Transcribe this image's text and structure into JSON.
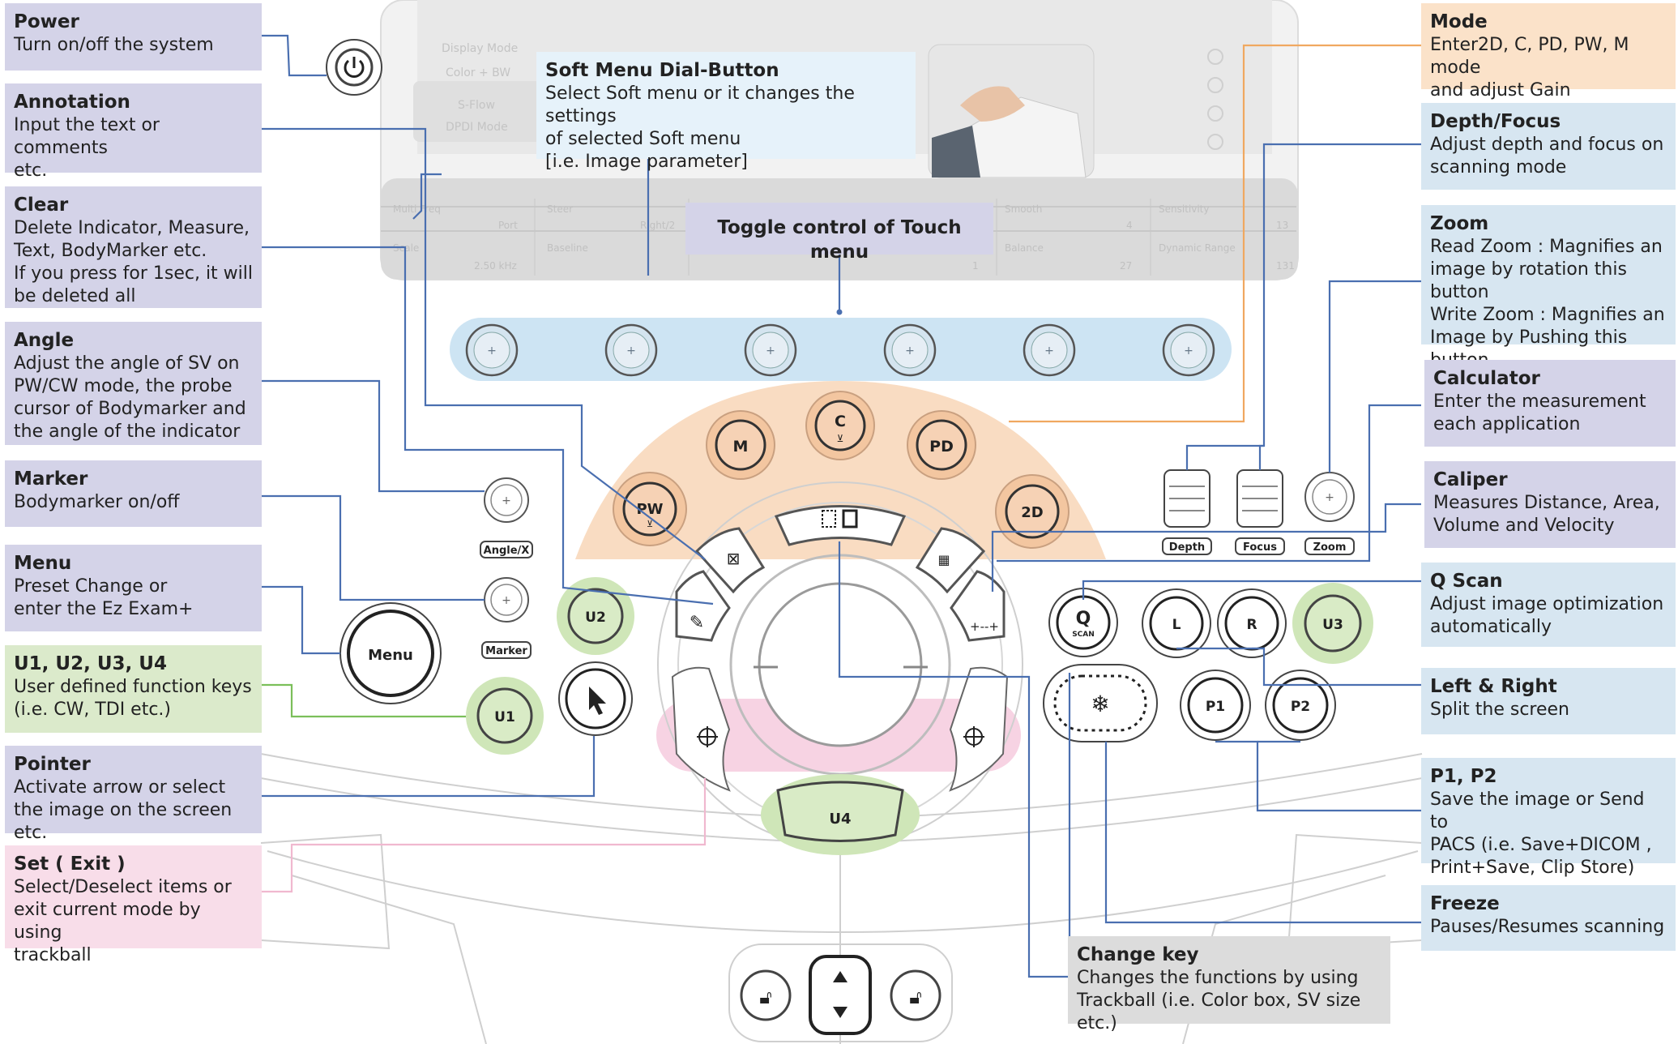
{
  "labels": {
    "power": {
      "title": "Power",
      "desc": "Turn on/off the system"
    },
    "annotation": {
      "title": "Annotation",
      "desc": "Input the text or comments\netc."
    },
    "clear": {
      "title": "Clear",
      "desc": "Delete Indicator, Measure,\nText, BodyMarker etc.\nIf you press for 1sec, it will\nbe deleted all"
    },
    "angle": {
      "title": "Angle",
      "desc": "Adjust the angle of SV on\nPW/CW mode, the probe\ncursor of Bodymarker and\nthe angle of the indicator"
    },
    "marker": {
      "title": "Marker",
      "desc": "Bodymarker on/off"
    },
    "menu": {
      "title": "Menu",
      "desc": "Preset Change or\nenter the Ez Exam+"
    },
    "ukeys": {
      "title": "U1, U2, U3, U4",
      "desc": "User defined function keys\n(i.e. CW, TDI etc.)"
    },
    "pointer": {
      "title": "Pointer",
      "desc": "Activate arrow or select\nthe image on the screen etc."
    },
    "set": {
      "title": "Set ( Exit )",
      "desc": "Select/Deselect items or\nexit current mode by using\ntrackball"
    },
    "softmenu": {
      "title": "Soft Menu Dial-Button",
      "desc": "Select Soft menu or it changes the settings\nof selected Soft menu\n[i.e. Image parameter]"
    },
    "toggle": {
      "title": "Toggle control of Touch menu"
    },
    "mode": {
      "title": "Mode",
      "desc": "Enter2D, C, PD, PW, M mode\nand adjust Gain"
    },
    "depthfocus": {
      "title": "Depth/Focus",
      "desc": "Adjust depth and focus on\nscanning mode"
    },
    "zoom": {
      "title": "Zoom",
      "desc": "Read Zoom : Magnifies an\nimage by rotation this button\nWrite Zoom : Magnifies an\nImage by Pushing this button"
    },
    "calculator": {
      "title": "Calculator",
      "desc": "Enter the measurement\neach application"
    },
    "caliper": {
      "title": "Caliper",
      "desc": "Measures Distance, Area,\nVolume and Velocity"
    },
    "qscan": {
      "title": "Q Scan",
      "desc": "Adjust image optimization\nautomatically"
    },
    "leftright": {
      "title": "Left  & Right",
      "desc": "Split the screen"
    },
    "p1p2": {
      "title": "P1, P2",
      "desc": "Save the image or Send to\nPACS (i.e. Save+DICOM ,\nPrint+Save, Clip Store)"
    },
    "freeze": {
      "title": "Freeze",
      "desc": "Pauses/Resumes scanning"
    },
    "changekey": {
      "title": "Change key",
      "desc": "Changes the functions by using\nTrackball (i.e. Color box, SV size etc.)"
    }
  },
  "buttons": {
    "m": "M",
    "c": "C",
    "pd": "PD",
    "pw": "PW",
    "d2": "2D",
    "u1": "U1",
    "u2": "U2",
    "u3": "U3",
    "u4": "U4",
    "menu": "Menu",
    "q": "Q",
    "scan": "SCAN",
    "l": "L",
    "r": "R",
    "p1": "P1",
    "p2": "P2"
  },
  "small_labels": {
    "angle": "Angle/X",
    "marker": "Marker",
    "depth": "Depth",
    "focus": "Focus",
    "zoom": "Zoom"
  },
  "screen": {
    "display_mode": "Display Mode",
    "color_bw": "Color + BW",
    "sflow": "S-Flow",
    "dpdi_mode": "DPDI Mode",
    "multi_freq": "Multi Freq",
    "steer": "Steer",
    "smooth": "Smooth",
    "sensitivity": "Sensitivity",
    "port": "Port",
    "right2": "Right/2",
    "val4": "4",
    "val13": "13",
    "scale": "Scale",
    "baseline": "Baseline",
    "balance": "Balance",
    "dynamic_range": "Dynamic Range",
    "khz": "2.50 kHz",
    "val1": "1",
    "val27": "27",
    "val131": "131"
  },
  "colors": {
    "label_purple": "#d4d3e8",
    "label_green": "#dbeacb",
    "label_pink": "#f8dde9",
    "label_blue": "#d7e6f1",
    "label_orange": "#fbe2c9",
    "label_grey": "#dcdcdc",
    "zone_blue": "#cde4f3",
    "zone_orange": "#f9dcc2",
    "zone_green": "#cfe6b8",
    "zone_pink": "#f7d3e3",
    "leader_blue": "#4a6fb0",
    "leader_orange": "#f0a860",
    "leader_green": "#7bbf5a",
    "leader_pink": "#f0b8cf"
  },
  "icons": [
    "power-icon",
    "snowflake-icon",
    "pointer-arrow-icon",
    "lock-icon",
    "up-down-arrow-icon",
    "crosshair-icon",
    "annotation-icon",
    "eraser-icon",
    "caliper-icon",
    "calculator-icon",
    "change-key-icon"
  ]
}
